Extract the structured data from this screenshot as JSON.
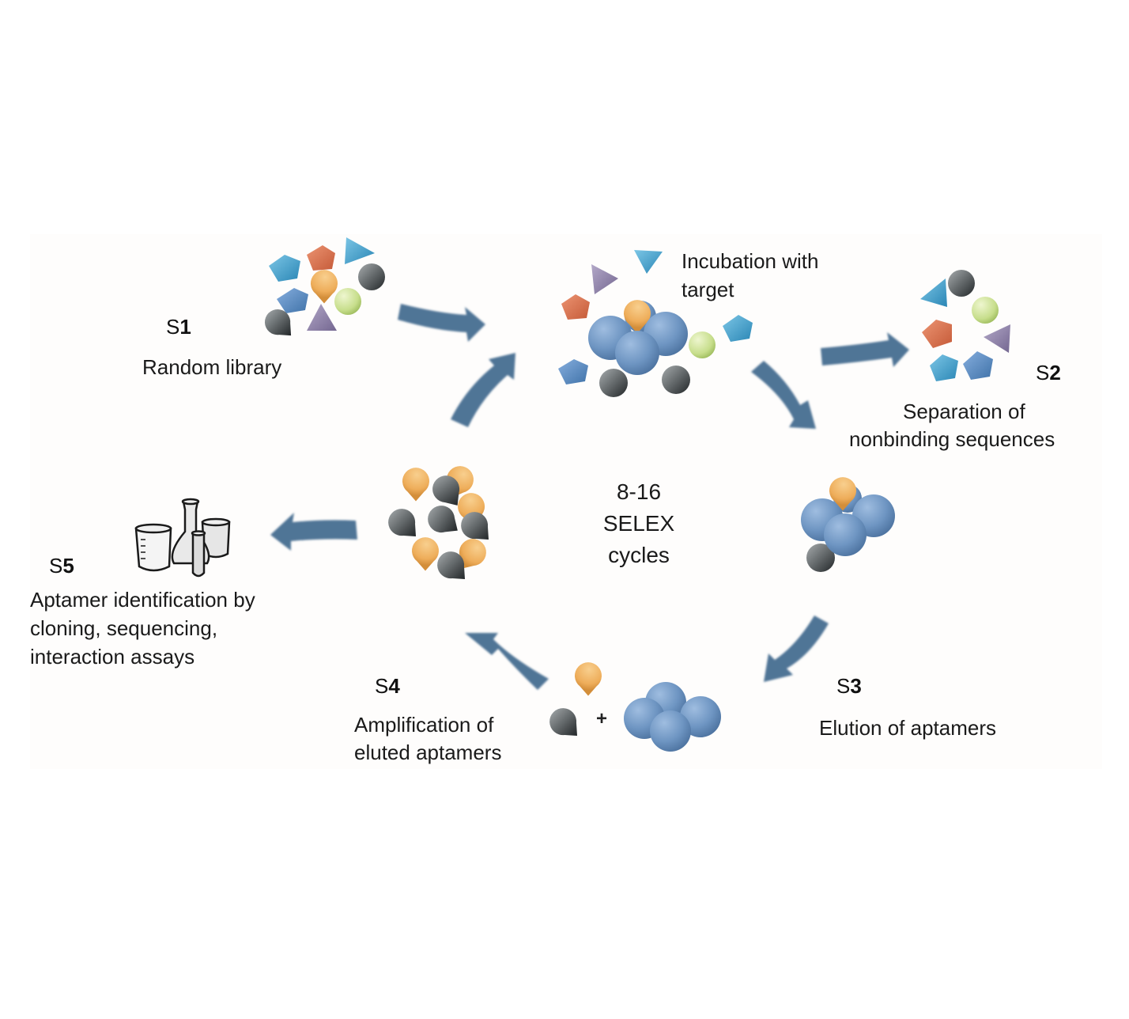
{
  "title": "SELEX process",
  "colors": {
    "arrow": "#4f7596",
    "target_blue": "#6e95c2",
    "aptamer_orange": "#eead5a",
    "aptamer_gray": "#555a5c",
    "pentagon_blue": "#3fa0cb",
    "pentagon_steel": "#5a8ec0",
    "pentagon_red": "#d8704e",
    "triangle_purple": "#8f82a8",
    "triangle_cyan": "#3a9fcf",
    "circle_green": "#c7de8c"
  },
  "center": {
    "line1": "8-16",
    "line2": "SELEX",
    "line3": "cycles"
  },
  "steps": [
    {
      "prefix": "S",
      "num": "1",
      "label_lines": [
        "Random library"
      ]
    },
    {
      "prefix": "S",
      "num": "2",
      "label_lines": [
        "Separation of",
        "nonbinding sequences"
      ]
    },
    {
      "prefix": "S",
      "num": "3",
      "label_lines": [
        "Elution of aptamers"
      ]
    },
    {
      "prefix": "S",
      "num": "4",
      "label_lines": [
        "Amplification of",
        "eluted aptamers"
      ]
    },
    {
      "prefix": "S",
      "num": "5",
      "label_lines": [
        "Aptamer identification by",
        "cloning, sequencing,",
        "interaction assays"
      ]
    }
  ],
  "incubation": {
    "label_lines": [
      "Incubation with",
      "target"
    ]
  },
  "plus_sign": "+",
  "icons": {
    "lab_glassware": "lab-glassware-icon"
  }
}
